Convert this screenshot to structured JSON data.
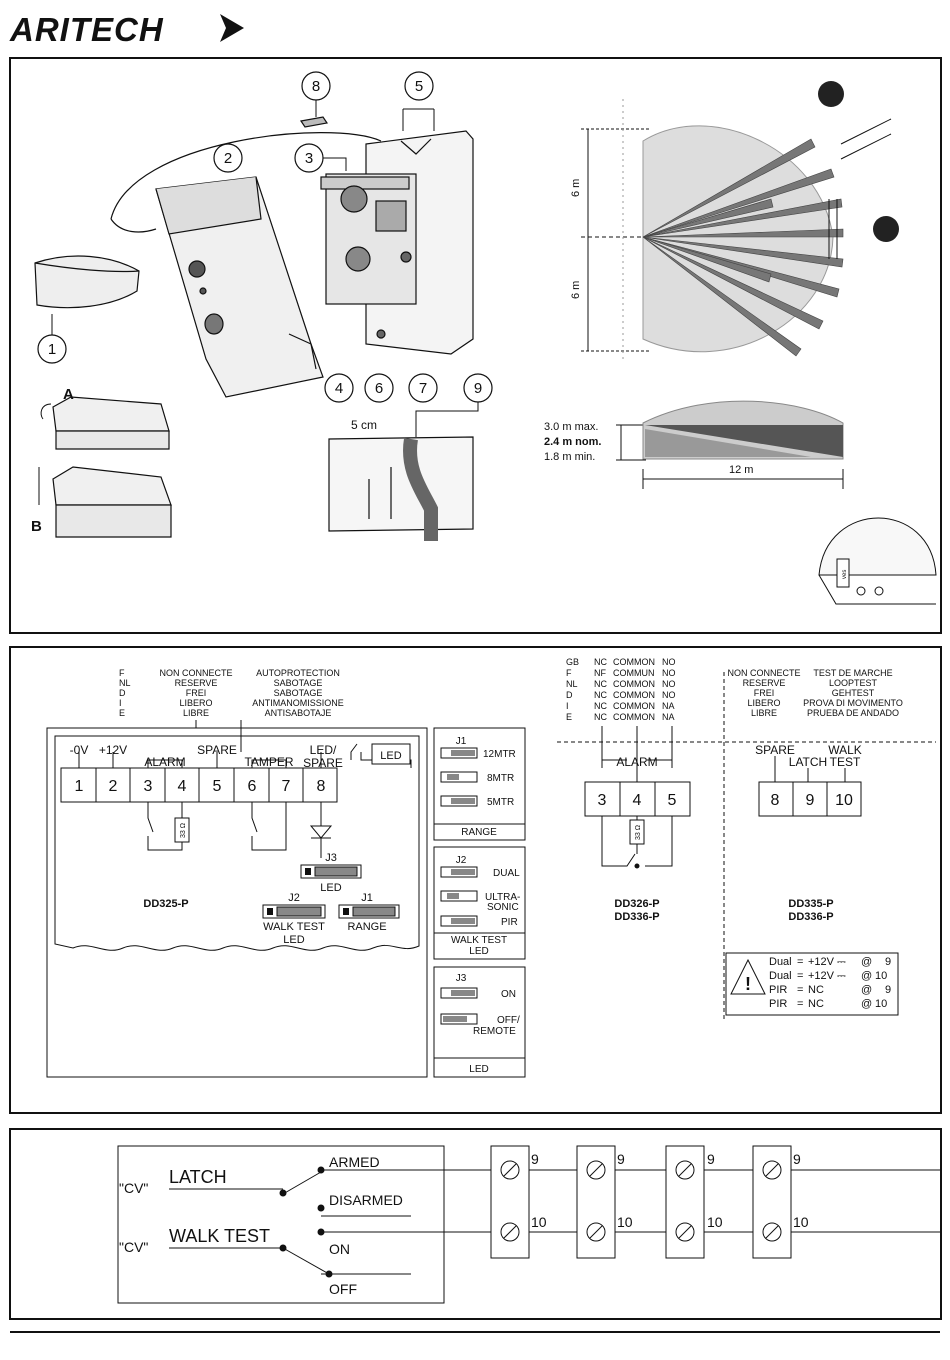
{
  "brand": {
    "logo_text": "ARITECH"
  },
  "panel1": {
    "callouts": [
      "1",
      "2",
      "3",
      "4",
      "5",
      "6",
      "7",
      "8",
      "9"
    ],
    "step_a": "A",
    "step_b": "B",
    "cable_label": "5 cm",
    "coverage": {
      "upper": "6 m",
      "lower": "6 m"
    },
    "mount": {
      "max": "3.0 m max.",
      "nom": "2.4 m nom.",
      "min": "1.8 m min.",
      "range": "12 m"
    },
    "inset_label": "ves"
  },
  "panel2": {
    "languages": {
      "codes": [
        "F",
        "NL",
        "D",
        "I",
        "E"
      ],
      "spare": [
        "NON CONNECTE",
        "RESERVE",
        "FREI",
        "LIBERO",
        "LIBRE"
      ],
      "tamper": [
        "AUTOPROTECTION",
        "SABOTAGE",
        "SABOTAGE",
        "ANTIMANOMISSIONE",
        "ANTISABOTAJE"
      ]
    },
    "dd325": {
      "term_labels": {
        "v0": "-0V",
        "v12": "+12V",
        "alarm": "ALARM",
        "spare": "SPARE",
        "tamper": "TAMPER",
        "led_spare_1": "LED/",
        "led_spare_2": "SPARE",
        "led": "LED"
      },
      "terminals": [
        "1",
        "2",
        "3",
        "4",
        "5",
        "6",
        "7",
        "8"
      ],
      "resistor": "33 Ω",
      "model": "DD325-P",
      "j3": "J3",
      "j3_led": "LED",
      "j2": "J2",
      "j2_sub1": "WALK TEST",
      "j2_sub2": "LED",
      "j1": "J1",
      "j1_sub": "RANGE"
    },
    "range_box": {
      "title": "J1",
      "opt1": "12MTR",
      "opt2": "8MTR",
      "opt3": "5MTR",
      "footer": "RANGE"
    },
    "j2_box": {
      "title": "J2",
      "opt1": "DUAL",
      "opt2a": "ULTRA-",
      "opt2b": "SONIC",
      "opt3": "PIR",
      "footer1": "WALK TEST",
      "footer2": "LED"
    },
    "j3_box": {
      "title": "J3",
      "opt1": "ON",
      "opt2a": "OFF/",
      "opt2b": "REMOTE",
      "footer": "LED"
    },
    "dd326": {
      "lang": {
        "codes": [
          "GB",
          "F",
          "NL",
          "D",
          "I",
          "E"
        ],
        "c1": [
          "NC",
          "NF",
          "NC",
          "NC",
          "NC",
          "NC"
        ],
        "c2": [
          "COMMON",
          "COMMUN",
          "COMMON",
          "COMMON",
          "COMMON",
          "COMMON"
        ],
        "c3": [
          "NO",
          "NO",
          "NO",
          "NO",
          "NA",
          "NA"
        ]
      },
      "alarm": "ALARM",
      "terminals": [
        "3",
        "4",
        "5"
      ],
      "resistor": "33 Ω",
      "model1": "DD326-P",
      "model2": "DD336-P"
    },
    "dd335": {
      "spare_lang": [
        "NON CONNECTE",
        "RESERVE",
        "FREI",
        "LIBERO",
        "LIBRE"
      ],
      "walk_lang": [
        "TEST DE MARCHE",
        "LOOPTEST",
        "GEHTEST",
        "PROVA DI MOVIMENTO",
        "PRUEBA DE ANDADO"
      ],
      "spare": "SPARE",
      "latch": "LATCH",
      "walk1": "WALK",
      "walk2": "TEST",
      "terminals": [
        "8",
        "9",
        "10"
      ],
      "model1": "DD335-P",
      "model2": "DD336-P",
      "warning": [
        {
          "mode": "Dual",
          "eq": "=",
          "val": "+12V ⎓",
          "at": "@",
          "term": "9"
        },
        {
          "mode": "Dual",
          "eq": "=",
          "val": "+12V ⎓",
          "at": "@",
          "term": "10"
        },
        {
          "mode": "PIR",
          "eq": "=",
          "val": "NC",
          "at": "@",
          "term": "9"
        },
        {
          "mode": "PIR",
          "eq": "=",
          "val": "NC",
          "at": "@",
          "term": "10"
        }
      ]
    }
  },
  "panel3": {
    "cv1": "\"CV\"",
    "latch": "LATCH",
    "armed": "ARMED",
    "disarmed": "DISARMED",
    "cv2": "\"CV\"",
    "walk_test": "WALK TEST",
    "on": "ON",
    "off": "OFF",
    "term9": "9",
    "term10": "10"
  }
}
